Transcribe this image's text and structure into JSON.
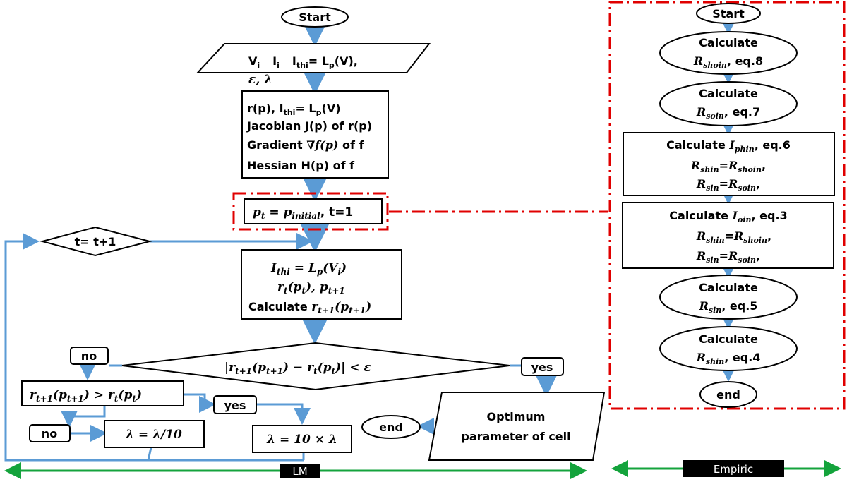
{
  "lm": {
    "start": "Start",
    "input": {
      "line1": "V",
      "i1": "i",
      "line2": "I",
      "i2": "i",
      "line3": "I",
      "thi": "thi",
      "eq": "= L",
      "p": "p",
      "v": "(V),",
      "line4": "ε, λ"
    },
    "init": {
      "l1a": "r(p), I",
      "l1sub": "thi",
      "l1b": "= L",
      "l1psub": "p",
      "l1c": "(V)",
      "l2": "Jacobian J(p) of r(p)",
      "l3a": "Gradient ",
      "l3b": "∇f(p)",
      "l3c": " of f",
      "l4": "Hessian H(p) of f"
    },
    "pinit": {
      "a": "p",
      "tsub": "t",
      "eq": " = p",
      "isub": "initial",
      "c": ", t=1"
    },
    "update": {
      "l1a": "I",
      "l1sub": "thi",
      "l1b": " = L",
      "l1psub": "p",
      "l1c": "(V",
      "l1isub": "i",
      "l1d": ")",
      "l2": "r",
      "l2t": "t",
      "l2b": "(p",
      "l2c": "), p",
      "l2t1": "t+1",
      "l3a": "Calculate ",
      "l3b": "r",
      "l3t1": "t+1",
      "l3c": "(p",
      "l3d": ")"
    },
    "increment": "t= t+1",
    "condition": "|r",
    "cond_full": {
      "a": "|r",
      "t1": "t+1",
      "b": "(p",
      "c": ") − r",
      "t": "t",
      "d": "(p",
      "e": ")| < ε"
    },
    "no1": "no",
    "yes1": "yes",
    "compare": {
      "a": "r",
      "t1": "t+1",
      "b": "(p",
      "c": ") > r",
      "t": "t",
      "d": "(p",
      "e": ")"
    },
    "yes2": "yes",
    "no2": "no",
    "lambda_div": "λ = λ/10",
    "lambda_mul": "λ = 10 × λ",
    "end": "end",
    "optimum_l1": "Optimum",
    "optimum_l2": "parameter of cell",
    "label": "LM"
  },
  "empiric": {
    "start": "Start",
    "calc": "Calculate",
    "rshoin": {
      "r": "R",
      "sub": "shoin",
      "eq": ", eq.8"
    },
    "rsoin": {
      "r": "R",
      "sub": "soin",
      "eq": ", eq.7"
    },
    "iphin": {
      "a": "Calculate ",
      "i": "I",
      "sub": "phin",
      "eq": ", eq.6"
    },
    "ioin": {
      "a": "Calculate ",
      "i": "I",
      "sub": "oin",
      "eq": ", eq.3"
    },
    "eq_shin": {
      "r": "R",
      "sub": "shin",
      "eq": "=",
      "r2": "R",
      "sub2": "shoin",
      "c": ","
    },
    "eq_sin": {
      "r": "R",
      "sub": "sin",
      "eq": "=",
      "r2": "R",
      "sub2": "soin",
      "c": ","
    },
    "rsin": {
      "r": "R",
      "sub": "sin",
      "eq": ", eq.5"
    },
    "rshin": {
      "r": "R",
      "sub": "shin",
      "eq": ", eq.4"
    },
    "end": "end",
    "label": "Empiric"
  },
  "colors": {
    "arrow": "#5b9bd5",
    "frame": "#e00000",
    "axis": "#14a33c"
  }
}
